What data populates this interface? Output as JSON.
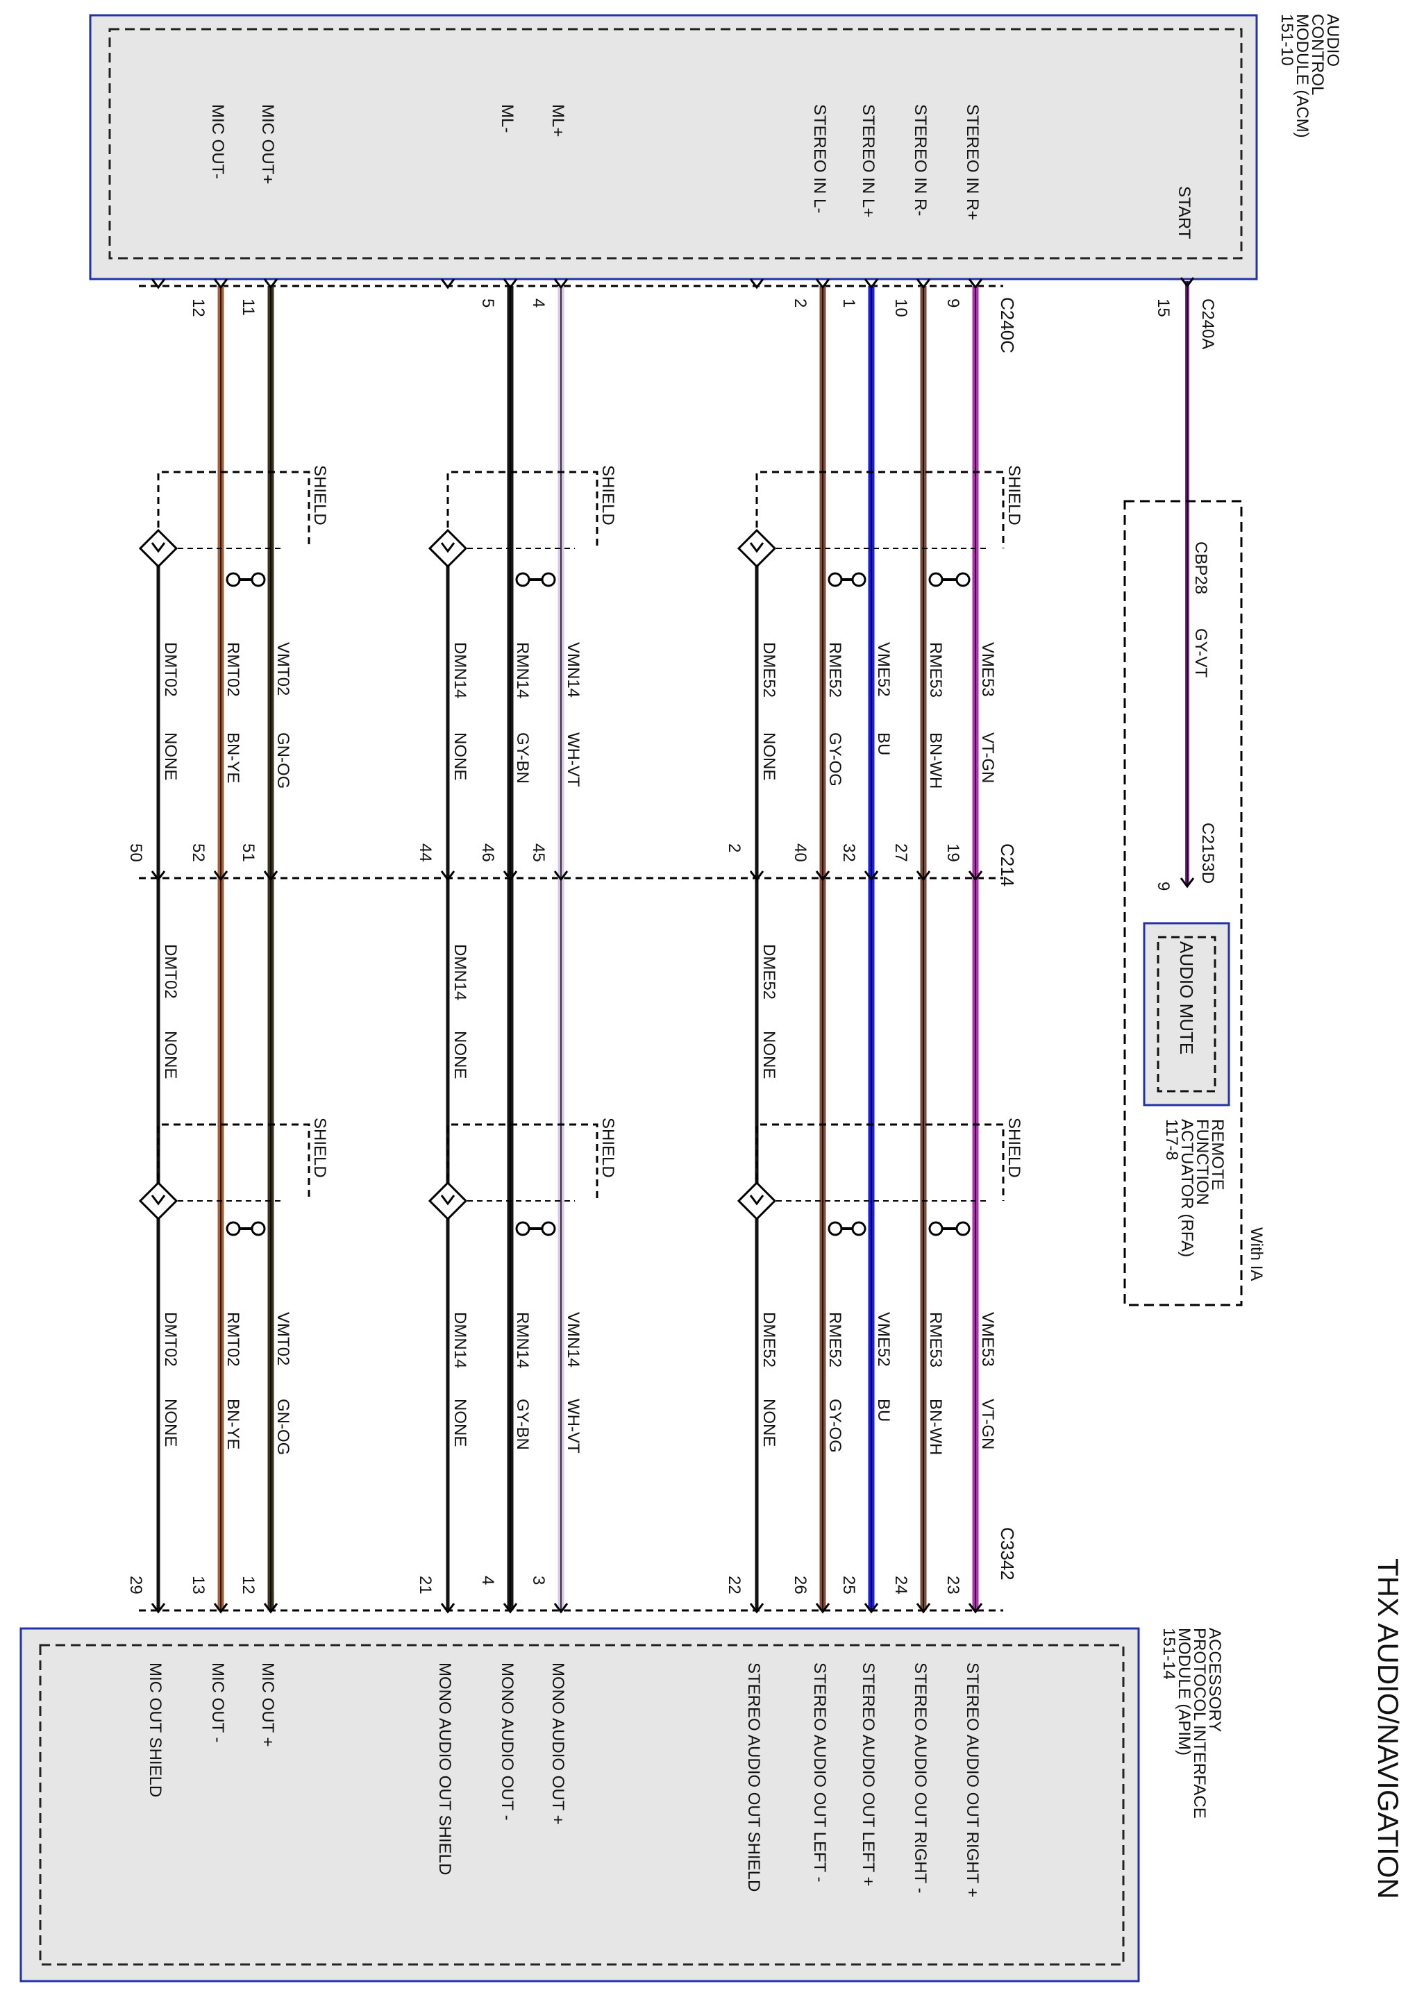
{
  "page_title": "THX AUDIO/NAVIGATION",
  "acm": {
    "name_lines": [
      "AUDIO",
      "CONTROL",
      "MODULE (ACM)",
      "151-10"
    ],
    "connector": "C240C",
    "start": {
      "label": "START",
      "connector": "C240A",
      "pin": "15"
    },
    "pins": [
      {
        "label": "STEREO IN R+",
        "pin": "9"
      },
      {
        "label": "STEREO IN R-",
        "pin": "10"
      },
      {
        "label": "STEREO IN L+",
        "pin": "1"
      },
      {
        "label": "STEREO IN L-",
        "pin": "2"
      },
      {
        "label": "ML+",
        "pin": "4"
      },
      {
        "label": "ML-",
        "pin": "5"
      },
      {
        "label": "MIC OUT+",
        "pin": "11"
      },
      {
        "label": "MIC OUT-",
        "pin": "12"
      }
    ]
  },
  "apim": {
    "name_lines": [
      "ACCESSORY",
      "PROTOCOL INTERFACE",
      "MODULE (APIM)",
      "151-14"
    ],
    "connector": "C3342",
    "pins": [
      {
        "label": "STEREO AUDIO OUT RIGHT +",
        "pin": "23"
      },
      {
        "label": "STEREO AUDIO OUT RIGHT -",
        "pin": "24"
      },
      {
        "label": "STEREO AUDIO OUT LEFT +",
        "pin": "25"
      },
      {
        "label": "STEREO AUDIO OUT LEFT -",
        "pin": "26"
      },
      {
        "label": "STEREO AUDIO OUT SHIELD",
        "pin": "22"
      },
      {
        "label": "MONO AUDIO OUT +",
        "pin": "3"
      },
      {
        "label": "MONO AUDIO OUT -",
        "pin": "4"
      },
      {
        "label": "MONO AUDIO OUT SHIELD",
        "pin": "21"
      },
      {
        "label": "MIC OUT +",
        "pin": "12"
      },
      {
        "label": "MIC OUT -",
        "pin": "13"
      },
      {
        "label": "MIC OUT SHIELD",
        "pin": "29"
      }
    ]
  },
  "inline_connector": {
    "name": "C214",
    "pins": [
      "19",
      "27",
      "32",
      "40",
      "2",
      "45",
      "46",
      "44",
      "51",
      "52",
      "50"
    ]
  },
  "wires_acm_side": [
    {
      "circuit": "VME53",
      "color": "VT-GN"
    },
    {
      "circuit": "RME53",
      "color": "BN-WH"
    },
    {
      "circuit": "VME52",
      "color": "BU"
    },
    {
      "circuit": "RME52",
      "color": "GY-OG"
    },
    {
      "circuit": "DME52",
      "color": "NONE"
    },
    {
      "circuit": "VMN14",
      "color": "WH-VT"
    },
    {
      "circuit": "RMN14",
      "color": "GY-BN"
    },
    {
      "circuit": "DMN14",
      "color": "NONE"
    },
    {
      "circuit": "VMT02",
      "color": "GN-OG"
    },
    {
      "circuit": "RMT02",
      "color": "BN-YE"
    },
    {
      "circuit": "DMT02",
      "color": "NONE"
    }
  ],
  "drains_middle": [
    {
      "circuit": "DME52",
      "color": "NONE"
    },
    {
      "circuit": "DMN14",
      "color": "NONE"
    },
    {
      "circuit": "DMT02",
      "color": "NONE"
    }
  ],
  "wires_apim_side": [
    {
      "circuit": "VME53",
      "color": "VT-GN"
    },
    {
      "circuit": "RME53",
      "color": "BN-WH"
    },
    {
      "circuit": "VME52",
      "color": "BU"
    },
    {
      "circuit": "RME52",
      "color": "GY-OG"
    },
    {
      "circuit": "DME52",
      "color": "NONE"
    },
    {
      "circuit": "VMN14",
      "color": "WH-VT"
    },
    {
      "circuit": "RMN14",
      "color": "GY-BN"
    },
    {
      "circuit": "DMN14",
      "color": "NONE"
    },
    {
      "circuit": "VMT02",
      "color": "GN-OG"
    },
    {
      "circuit": "RMT02",
      "color": "BN-YE"
    },
    {
      "circuit": "DMT02",
      "color": "NONE"
    }
  ],
  "start_wire": {
    "circuit": "CBP28",
    "color": "GY-VT",
    "connector": "C2153D",
    "pin": "9"
  },
  "rfa": {
    "name_lines": [
      "REMOTE",
      "FUNCTION",
      "ACTUATOR (RFA)",
      "117-8"
    ],
    "inner_label": "AUDIO MUTE",
    "option_label": "With IA"
  },
  "shield_label": "SHIELD",
  "colors": {
    "module_fill": "#e6e6e6",
    "module_border": "#2233aa",
    "VT-GN": "#b030b0",
    "BN-WH": "#7a4a3a",
    "BU": "#1a1ae6",
    "GY-OG": "#8a4a3a",
    "NONE": "#111111",
    "WH-VT": "#d8c8e8",
    "GY-BN": "#141414",
    "GN-OG": "#3a3020",
    "BN-YE": "#a0603a",
    "GY-VT": "#7a2a8a"
  }
}
